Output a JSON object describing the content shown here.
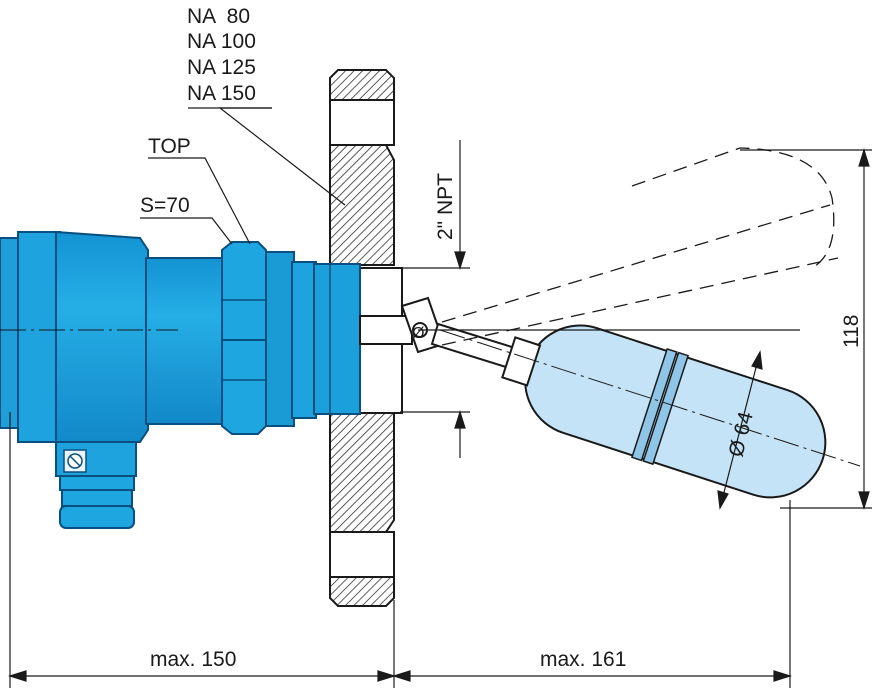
{
  "flange_labels": [
    "NA  80",
    "NA 100",
    "NA 125",
    "NA 150"
  ],
  "top_label": "TOP",
  "wrench_label": "S=70",
  "thread_label": "2\" NPT",
  "pivot_symbol": "Ø",
  "float_diameter_label": "Ø 64",
  "height_label": "118",
  "length_left_label": "max. 150",
  "length_right_label": "max. 161",
  "colors": {
    "housing_blue": "#1aa0dc",
    "housing_dark": "#0a5f95",
    "float_fill": "#c4e3f6",
    "flange_hatch": "#333333",
    "line": "#1a1a1a"
  }
}
